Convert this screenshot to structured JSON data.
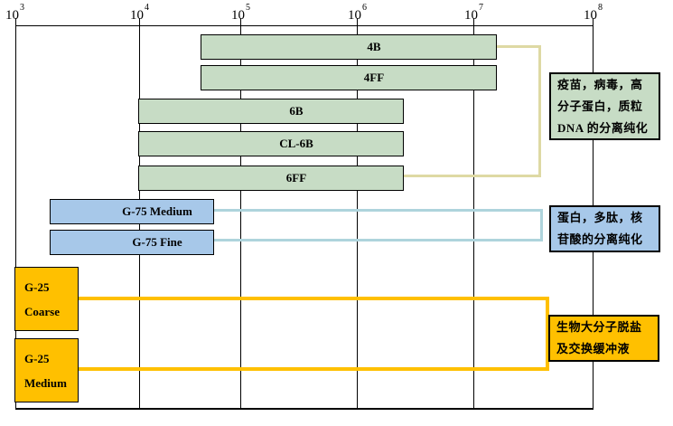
{
  "axis": {
    "labels": [
      {
        "base": "10",
        "exp": "3"
      },
      {
        "base": "10",
        "exp": "4"
      },
      {
        "base": "10",
        "exp": "5"
      },
      {
        "base": "10",
        "exp": "6"
      },
      {
        "base": "10",
        "exp": "7"
      },
      {
        "base": "10",
        "exp": "8"
      }
    ]
  },
  "bars": [
    {
      "label": "4B"
    },
    {
      "label": "4FF"
    },
    {
      "label": "6B"
    },
    {
      "label": "CL-6B"
    },
    {
      "label": "6FF"
    },
    {
      "label": "G-75 Medium"
    },
    {
      "label": "G-75 Fine"
    },
    {
      "label_line1": "G-25",
      "label_line2": "Coarse"
    },
    {
      "label_line1": "G-25",
      "label_line2": "Medium"
    }
  ],
  "annotations": [
    {
      "lines": [
        "疫苗，病毒，高",
        "分子蛋白，质粒",
        "DNA 的分离纯化"
      ]
    },
    {
      "lines": [
        "蛋白，多肽，核",
        "苷酸的分离纯化"
      ]
    },
    {
      "lines": [
        "生物大分子脱盐",
        "及交换缓冲液"
      ]
    }
  ],
  "colors": {
    "bar_green": "#c7dcc5",
    "bar_blue": "#a7c8e9",
    "bar_yellow": "#ffc000",
    "bracket_beige": "#ded9a4",
    "bracket_blue": "#aed4dc",
    "bracket_yellow": "#ffc000",
    "line_black": "#000000"
  },
  "chart_data": {
    "type": "bar",
    "subtype": "horizontal-range-bars",
    "title": "",
    "xlabel": "",
    "ylabel": "",
    "x_axis": {
      "scale": "log10",
      "ticks": [
        "10^3",
        "10^4",
        "10^5",
        "10^6",
        "10^7",
        "10^8"
      ],
      "xlim": [
        1000,
        100000000
      ],
      "tick_labels_position": "top",
      "grid": "vertical"
    },
    "series": [
      {
        "name": "4B",
        "range": [
          40000,
          16000000
        ],
        "color_group": "green"
      },
      {
        "name": "4FF",
        "range": [
          40000,
          16000000
        ],
        "color_group": "green"
      },
      {
        "name": "6B",
        "range": [
          10000,
          2500000
        ],
        "color_group": "green"
      },
      {
        "name": "CL-6B",
        "range": [
          10000,
          2500000
        ],
        "color_group": "green"
      },
      {
        "name": "6FF",
        "range": [
          10000,
          2500000
        ],
        "color_group": "green"
      },
      {
        "name": "G-75 Medium",
        "range": [
          2000,
          60000
        ],
        "color_group": "blue"
      },
      {
        "name": "G-75 Fine",
        "range": [
          2000,
          60000
        ],
        "color_group": "blue"
      },
      {
        "name": "G-25 Coarse",
        "range": [
          1000,
          3000
        ],
        "color_group": "yellow"
      },
      {
        "name": "G-25 Medium",
        "range": [
          1000,
          3000
        ],
        "color_group": "yellow"
      }
    ],
    "annotations": [
      {
        "text": "疫苗，病毒，高分子蛋白，质粒DNA 的分离纯化",
        "applies_to": [
          "4B",
          "4FF",
          "6B",
          "CL-6B",
          "6FF"
        ]
      },
      {
        "text": "蛋白，多肽，核苷酸的分离纯化",
        "applies_to": [
          "G-75 Medium",
          "G-75 Fine"
        ]
      },
      {
        "text": "生物大分子脱盐及交换缓冲液",
        "applies_to": [
          "G-25 Coarse",
          "G-25 Medium"
        ]
      }
    ],
    "legend": "none"
  }
}
